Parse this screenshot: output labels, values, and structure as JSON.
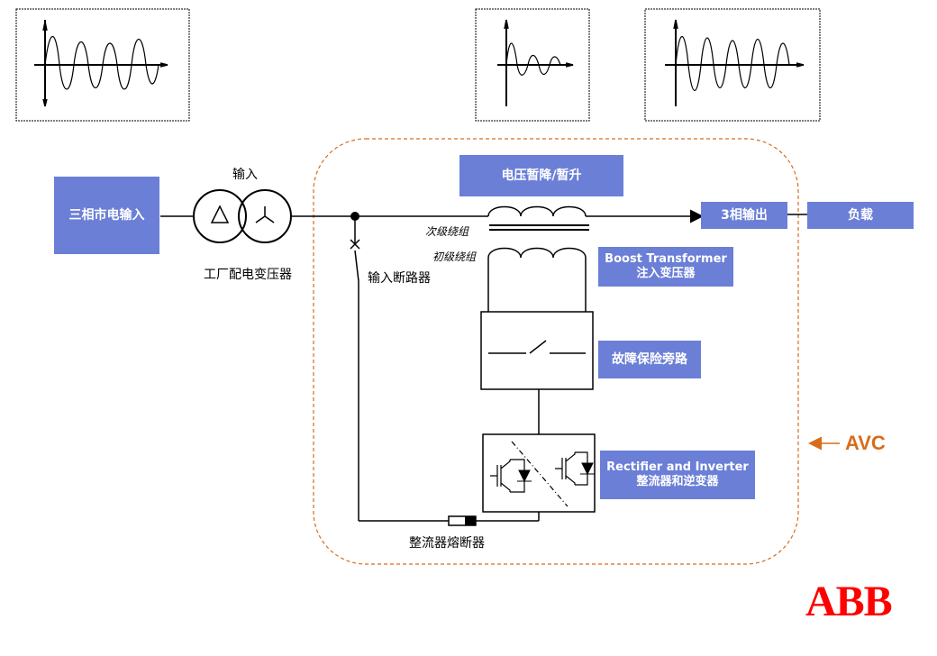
{
  "nodes": {
    "grid_input": "三相市电输入",
    "sag_swell": "电压暂降/暂升",
    "output": "3相输出",
    "load": "负载",
    "boost_transformer_en": "Boost Transformer",
    "boost_transformer_cn": "注入变压器",
    "fault_bypass": "故障保险旁路",
    "rectifier_en": "Rectifier and Inverter",
    "rectifier_cn": "整流器和逆变器"
  },
  "labels": {
    "input": "输入",
    "plant_transformer": "工厂配电变压器",
    "input_breaker": "输入断路器",
    "secondary_winding": "次级绕组",
    "primary_winding": "初级绕组",
    "rectifier_fuse": "整流器熔断器",
    "avc": "AVC",
    "logo": "ABB"
  },
  "colors": {
    "box": "#6b7fd7",
    "avc_border": "#d86c1a",
    "logo": "#ff0000"
  },
  "waveforms": [
    {
      "name": "input-waveform",
      "description_icon": "distorted-sine"
    },
    {
      "name": "sag-waveform",
      "description_icon": "sag-sine"
    },
    {
      "name": "output-waveform",
      "description_icon": "restored-sine"
    }
  ]
}
